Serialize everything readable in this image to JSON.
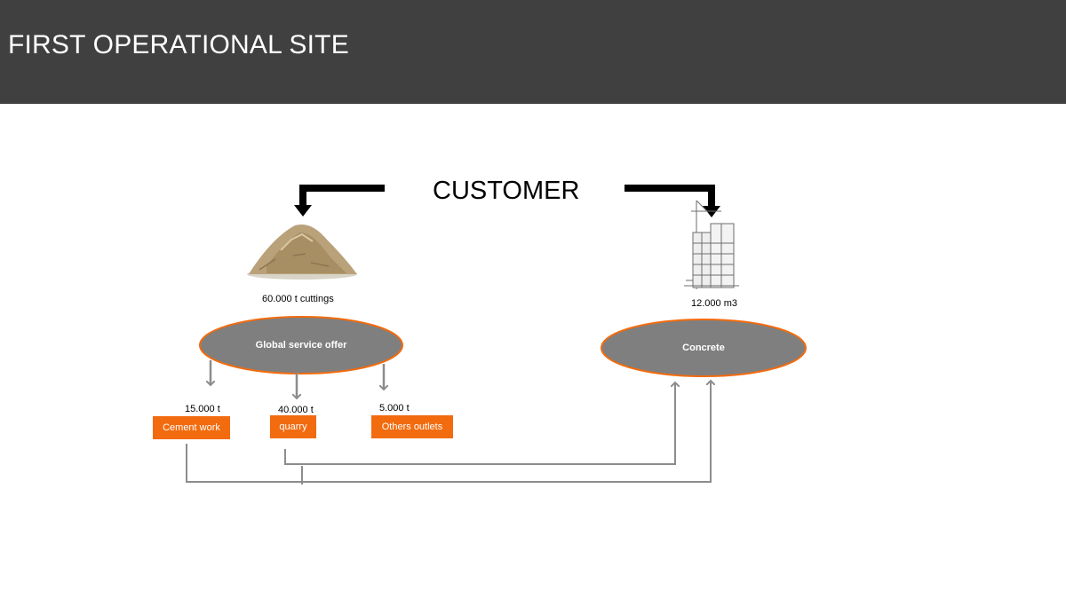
{
  "header": {
    "title": "FIRST OPERATIONAL SITE"
  },
  "diagram": {
    "customer": "CUSTOMER",
    "cuttings": {
      "quantity": "60.000  t cuttings",
      "icon": "sand-pile-icon"
    },
    "building": {
      "quantity": "12.000 m3",
      "icon": "building-construction-icon"
    },
    "global_offer": "Global service offer",
    "concrete": "Concrete",
    "outlets": [
      {
        "quantity": "15.000  t",
        "label": "Cement work"
      },
      {
        "quantity": "40.000  t",
        "label": "quarry"
      },
      {
        "quantity": "5.000  t",
        "label": "Others outlets"
      }
    ]
  },
  "colors": {
    "header_bg": "#404040",
    "oval_fill": "#7f7f7f",
    "oval_border": "#f26b0f",
    "outlet_fill": "#f26b0f",
    "connector": "#8c8c8c"
  }
}
